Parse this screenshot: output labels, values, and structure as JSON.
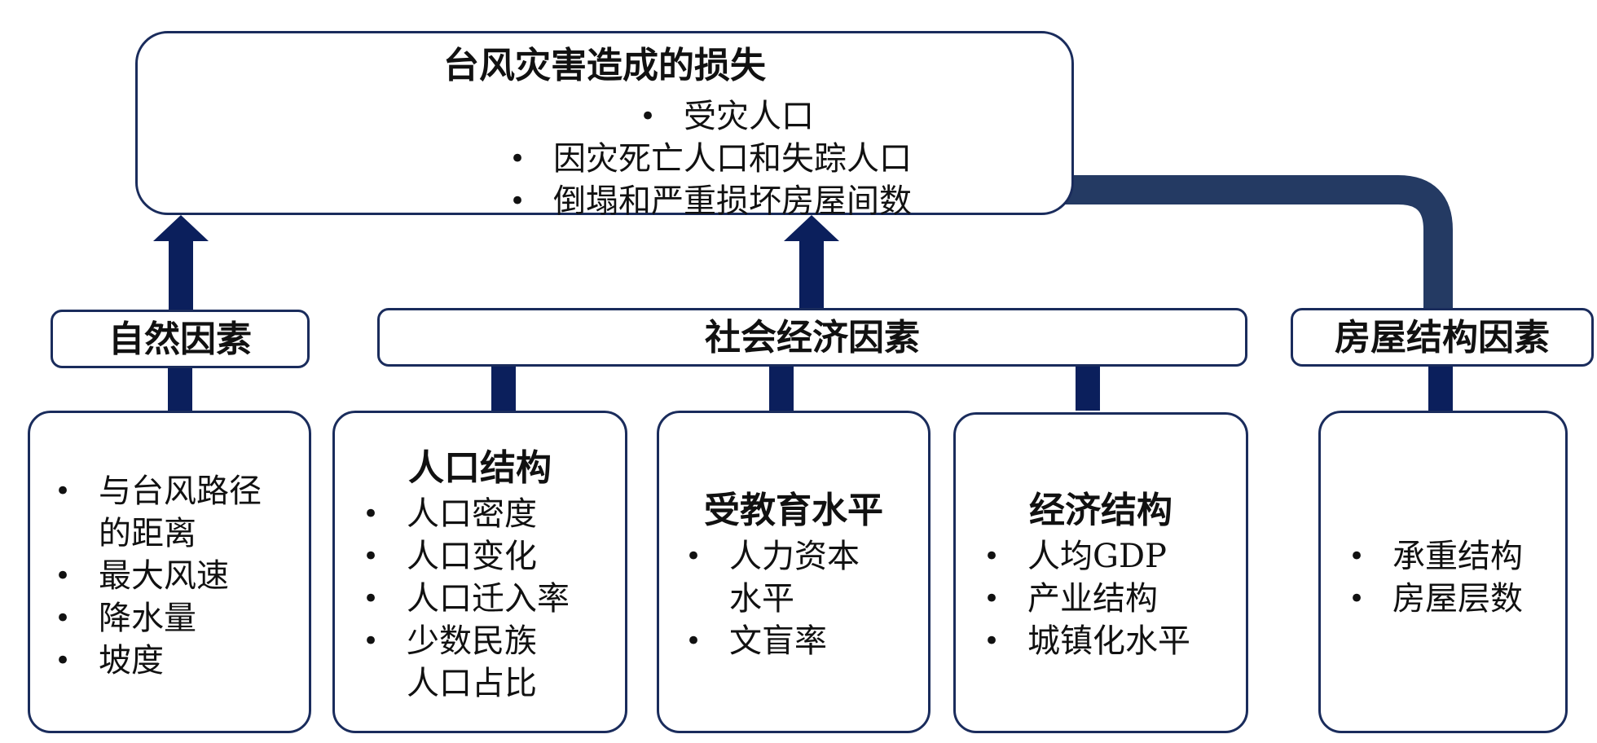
{
  "colors": {
    "border": "#1a2c5c",
    "arrow_dark": "#0b1f5c",
    "arrow_curved": "#243a63",
    "text": "#111111"
  },
  "top_box": {
    "title": "台风灾害造成的损失",
    "items": [
      "受灾人口",
      "因灾死亡人口和失踪人口",
      "倒塌和严重损坏房屋间数"
    ]
  },
  "categories": {
    "natural": "自然因素",
    "socioeconomic": "社会经济因素",
    "housing": "房屋结构因素"
  },
  "detail_boxes": {
    "natural": {
      "items": [
        "与台风路径的距离",
        "最大风速",
        "降水量",
        "坡度"
      ]
    },
    "population": {
      "title": "人口结构",
      "items": [
        "人口密度",
        "人口变化",
        "人口迁入率",
        "少数民族人口占比"
      ]
    },
    "education": {
      "title": "受教育水平",
      "items": [
        "人力资本水平",
        "文盲率"
      ]
    },
    "economic": {
      "title": "经济结构",
      "items": [
        "人均GDP",
        "产业结构",
        "城镇化水平"
      ]
    },
    "housing": {
      "items": [
        "承重结构",
        "房屋层数"
      ]
    }
  }
}
